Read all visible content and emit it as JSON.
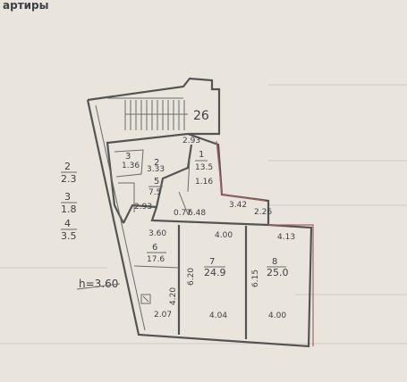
{
  "header": {
    "title": "артиры"
  },
  "ceiling_height": "h=3.60",
  "staircase": {
    "label": "26"
  },
  "legend": [
    {
      "num": "2",
      "area": "2.3"
    },
    {
      "num": "3",
      "area": "1.8"
    },
    {
      "num": "4",
      "area": "3.5"
    }
  ],
  "rooms": [
    {
      "num": "1",
      "area": "13.5"
    },
    {
      "num": "2",
      "area": ""
    },
    {
      "num": "3",
      "area": ""
    },
    {
      "num": "5",
      "area": "7.5"
    },
    {
      "num": "6",
      "area": "17.6"
    },
    {
      "num": "7",
      "area": "24.9"
    },
    {
      "num": "8",
      "area": "25.0"
    }
  ],
  "dimensions": {
    "top_corridor": "2.93",
    "upper_mid": "3.33",
    "small_a": "1.36",
    "small_b": "2.93",
    "side_a": "1.16",
    "top_right": "3.42",
    "mid_a": "6.48",
    "mid_b": "2.26",
    "mid_c": "0.77",
    "room6_top": "3.60",
    "room7_top": "4.00",
    "room8_top": "4.13",
    "room6_side": "4.20",
    "room7_side": "6.20",
    "room8_side": "6.15",
    "room6_bottom": "2.07",
    "room7_bottom": "4.04",
    "room8_bottom": "4.00"
  }
}
